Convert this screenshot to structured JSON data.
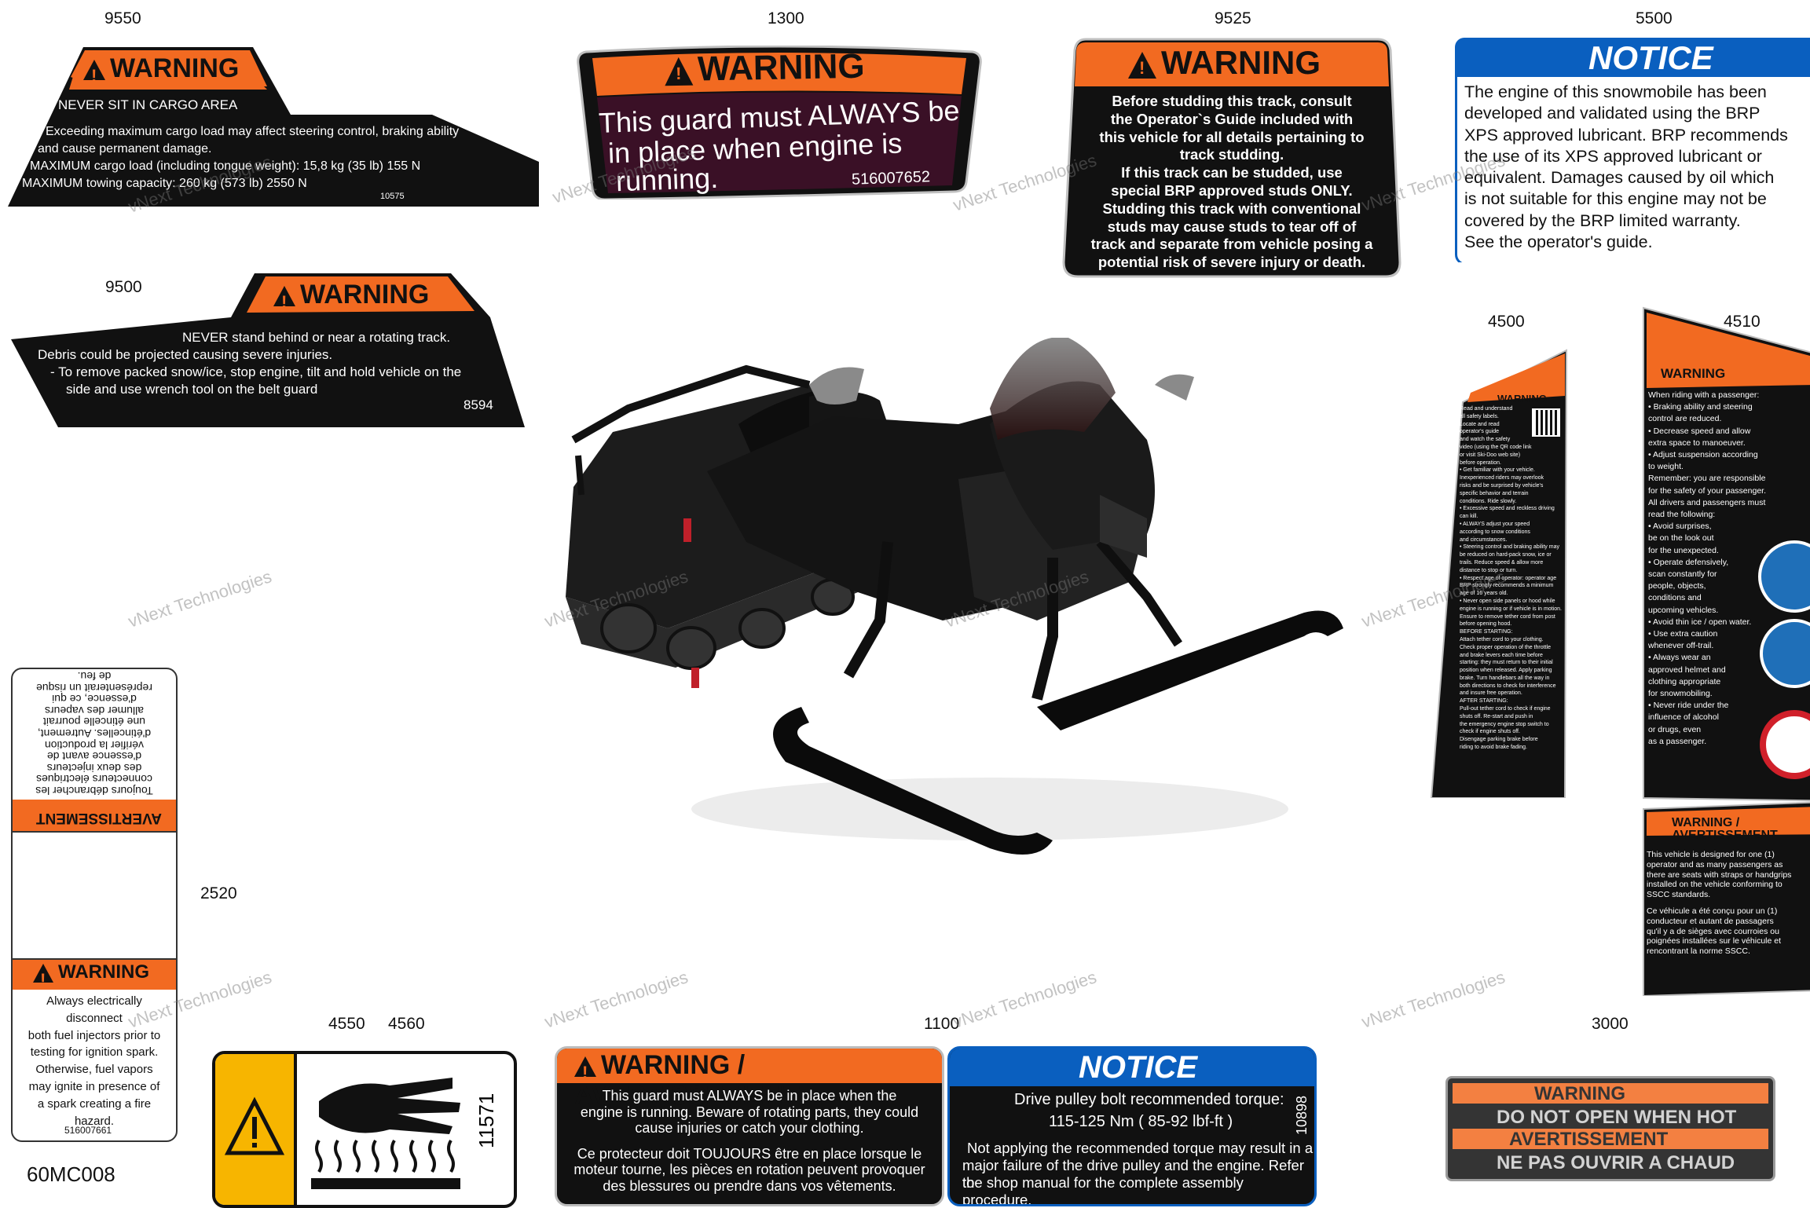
{
  "part_numbers": {
    "n9550": "9550",
    "n1300": "1300",
    "n9525": "9525",
    "n5500": "5500",
    "n9500": "9500",
    "n4500": "4500",
    "n4510": "4510",
    "n2520": "2520",
    "n4550": "4550",
    "n4560": "4560",
    "n1100": "1100",
    "n3000": "3000"
  },
  "diagram_code": "60MC008",
  "watermark": {
    "line1": "vNext Technologies",
    "line2": "Technologies"
  },
  "label_9550": {
    "heading": "WARNING",
    "subheading": "NEVER SIT IN CARGO AREA",
    "line1": "Exceeding maximum cargo load may affect steering control,  braking ability",
    "line2": "and cause permanent damage.",
    "line3": "MAXIMUM cargo load (including tongue weight): 15,8 kg (35 lb) 155 N",
    "line4": "MAXIMUM towing capacity: 260 kg (573 lb) 2550 N",
    "code": "10575"
  },
  "label_1300": {
    "heading": "WARNING",
    "line1": "This guard must  ALWAYS be",
    "line2": "in place when engine is",
    "line3": "running.",
    "code": "516007652"
  },
  "label_9525": {
    "heading": "WARNING",
    "text": [
      "Before studding this track, consult",
      "the Operator`s Guide included with",
      "this vehicle for all details pertaining to",
      "track studding.",
      "If this track can be studded, use",
      "special BRP approved studs ONLY.",
      "Studding this track with conventional",
      "studs may cause studs to tear off of",
      "track and separate from vehicle posing a",
      "potential risk of severe injury or death."
    ]
  },
  "label_5500": {
    "heading": "NOTICE",
    "text": [
      "The engine of this snowmobile has been",
      "developed and validated using the BRP",
      "XPS approved lubricant. BRP recommends",
      "the use of its XPS approved  lubricant or",
      "equivalent. Damages caused by oil which",
      "is not suitable for this engine may not be",
      "covered by the BRP limited warranty.",
      "See the operator's guide."
    ]
  },
  "label_9500": {
    "heading": "WARNING",
    "line1": "NEVER stand behind or near a rotating track.",
    "line2": "Debris could be projected causing severe injuries.",
    "line3": "- To remove packed snow/ice, stop engine, tilt and hold vehicle on the",
    "line4": "side and use wrench tool on the belt guard",
    "code": "8594"
  },
  "label_4500": {
    "heading": "WARNING",
    "text": [
      "Read and understand",
      "all safety labels.",
      "Locate and read",
      "operator's guide",
      "and watch the safety",
      "video (using the QR code link",
      "or visit Ski-Doo web site)",
      "before operation.",
      "• Get familiar with your vehicle.",
      "Inexperienced riders may overlook",
      "risks and be surprised by vehicle's",
      "specific behavior and terrain",
      "conditions. Ride slowly.",
      "• Excessive speed and reckless driving",
      "can kill.",
      "• ALWAYS adjust your speed",
      "according to snow conditions",
      "and circumstances.",
      "• Steering control and braking ability may",
      "be reduced on hard-pack snow, ice or",
      "trails. Reduce speed & allow more",
      "distance to stop or turn.",
      "• Respect age of operator: operator age",
      "BRP strongly recommends a minimum",
      "age of 16 years old.",
      "• Never open side panels or hood while",
      "engine is running or if vehicle is in motion.",
      "Ensure to remove tether cord from post",
      "before opening hood.",
      "BEFORE STARTING:",
      "Attach tether cord to your clothing.",
      "Check proper operation of the throttle",
      "and brake levers each time before",
      "starting: they must return to their initial",
      "position when released. Apply parking",
      "brake. Turn handlebars all the way in",
      "both directions to check for interference",
      "and insure free operation.",
      "AFTER STARTING:",
      "Pull-out tether cord to check if engine",
      "shuts off. Re-start and push in",
      "the emergency engine stop switch to",
      "check if engine shuts off.",
      "Disengage parking brake before",
      "riding to avoid brake fading."
    ]
  },
  "label_4510": {
    "heading": "WARNING",
    "text": [
      "When riding with a passenger:",
      "• Braking ability and steering",
      "control are reduced.",
      "• Decrease speed and allow",
      "extra space to manoeuver.",
      "• Adjust suspension according",
      "to weight.",
      "Remember: you are responsible",
      "for the safety of your passenger.",
      "All drivers and passengers must",
      "read the following:",
      "• Avoid surprises,",
      "be on the look out",
      "for the unexpected.",
      "• Operate defensively,",
      "scan constantly for",
      "people, objects,",
      "conditions and",
      "upcoming vehicles.",
      "• Avoid thin ice / open water.",
      "• Use extra caution",
      "whenever off-trail.",
      "• Always wear an",
      "approved helmet and",
      "clothing appropriate",
      "for snowmobiling.",
      "• Never ride under the",
      "influence of alcohol",
      "or drugs, even",
      "as a passenger."
    ],
    "heading2": "WARNING / AVERTISSEMENT",
    "text2": [
      "This vehicle is designed for one (1)",
      "operator and as many passengers as",
      "there are seats with straps or handgrips",
      "installed on the vehicle conforming to",
      "SSCC standards.",
      "Ce véhicule a été conçu pour un (1)",
      "conducteur et autant de passagers",
      "qu'il y a de sièges avec courroies ou",
      "poignées installées sur le véhicule et",
      "rencontrant la norme SSCC."
    ]
  },
  "label_2520": {
    "heading_top": "AVERTISSEMENT",
    "text_top": [
      "Toujours débrancher les",
      "connecteurs électriques",
      "des deux injecteurs",
      "d'essence avant de",
      "vérifier la production",
      "d'étincelles. Autrement,",
      "une étincelle pourrait",
      "allumer des vapeurs",
      "d'essence, ce qui",
      "représenterait un risque",
      "de feu."
    ],
    "heading": "WARNING",
    "text": [
      "Always electrically",
      "disconnect",
      "both fuel injectors prior to",
      "testing for ignition spark.",
      "Otherwise, fuel vapors",
      "may ignite in presence of",
      "a spark creating a fire",
      "hazard."
    ],
    "code": "516007661"
  },
  "label_4550": {
    "code": "11571"
  },
  "label_1100a": {
    "heading": "WARNING / AVERTISSEMENT",
    "text": [
      "This guard must ALWAYS be in place when the",
      "engine is running. Beware of rotating parts, they could",
      "cause injuries or catch your clothing.",
      "Ce protecteur doit TOUJOURS être en place lorsque le",
      "moteur tourne, les pièces en rotation peuvent provoquer",
      "des blessures ou prendre dans vos vêtements."
    ]
  },
  "label_1100b": {
    "heading": "NOTICE",
    "line1": "Drive pulley bolt recommended torque:",
    "line2": "115-125 Nm ( 85-92 lbf-ft )",
    "line3": "Not applying the recommended torque may result in a",
    "line4": "major failure of the drive pulley and the engine. Refer to",
    "line5": "the shop manual for the complete assembly procedure.",
    "code": "10898"
  },
  "label_3000": {
    "line1": "WARNING",
    "line2": "DO NOT OPEN WHEN HOT",
    "line3": "AVERTISSEMENT",
    "line4": "NE PAS OUVRIR A CHAUD"
  },
  "colors": {
    "orange": "#f26a21",
    "black": "#111111",
    "blue": "#0a5fbf",
    "yellow": "#f7b500"
  }
}
